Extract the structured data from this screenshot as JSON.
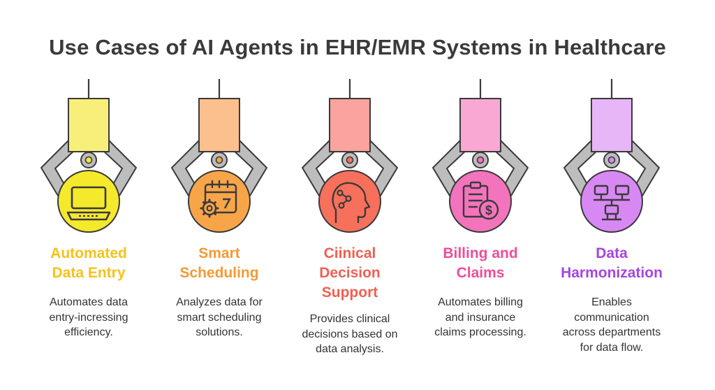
{
  "title": "Use Cases of AI Agents in EHR/EMR Systems in Healthcare",
  "items": [
    {
      "heading": [
        "Automated",
        "Data Entry"
      ],
      "description": [
        "Automates data",
        "entry-incressing",
        "efficiency."
      ],
      "icon": "computer-icon",
      "color": "#f6c21b",
      "box_color": "#f8ef7a",
      "circle_color": "#f5e92c"
    },
    {
      "heading": [
        "Smart",
        "Scheduling"
      ],
      "description": [
        "Analyzes data for",
        "smart scheduling",
        "solutions."
      ],
      "icon": "calendar-gear-icon",
      "color": "#f39a36",
      "box_color": "#fcc08e",
      "circle_color": "#f8a54a"
    },
    {
      "heading": [
        "Ciinical",
        "Decision",
        "Support"
      ],
      "description": [
        "Provides clinical",
        "decisions based on",
        "data analysis."
      ],
      "icon": "brain-head-icon",
      "color": "#f25f52",
      "box_color": "#fba39e",
      "circle_color": "#f7705c"
    },
    {
      "heading": [
        "Billing and",
        "Claims"
      ],
      "description": [
        "Automates billing",
        "and insurance",
        "claims processing."
      ],
      "icon": "billing-dollar-icon",
      "color": "#ee4d99",
      "box_color": "#f9a8d4",
      "circle_color": "#f473bd"
    },
    {
      "heading": [
        "Data",
        "Harmonization"
      ],
      "description": [
        "Enables",
        "communication",
        "across departments",
        "for data flow."
      ],
      "icon": "network-tables-icon",
      "color": "#a645e0",
      "box_color": "#e6b6f6",
      "circle_color": "#d888f3"
    }
  ]
}
